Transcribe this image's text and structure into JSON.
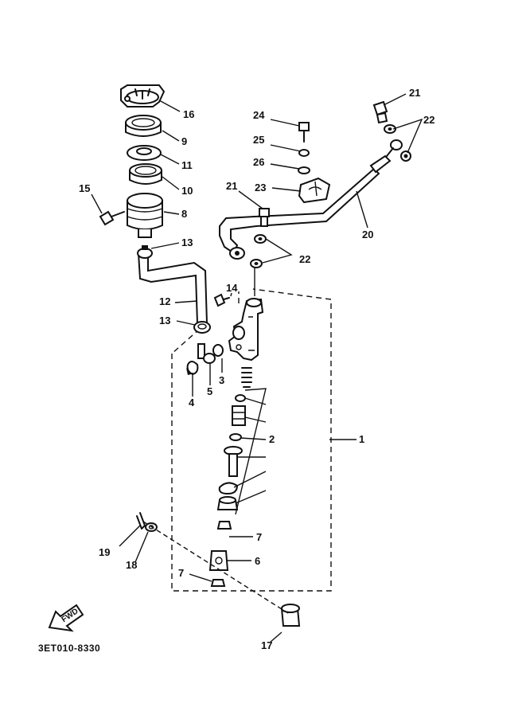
{
  "diagram": {
    "drawing_code": "3ET010-8330",
    "direction_label": "FWD",
    "callouts": {
      "c1": "1",
      "c2": "2",
      "c3": "3",
      "c4": "4",
      "c5": "5",
      "c6": "6",
      "c7a": "7",
      "c7b": "7",
      "c8": "8",
      "c9": "9",
      "c10": "10",
      "c11": "11",
      "c12": "12",
      "c13a": "13",
      "c13b": "13",
      "c14": "14",
      "c15": "15",
      "c16": "16",
      "c17": "17",
      "c18": "18",
      "c19": "19",
      "c20": "20",
      "c21a": "21",
      "c21b": "21",
      "c22a": "22",
      "c22b": "22",
      "c23": "23",
      "c24": "24",
      "c25": "25",
      "c26": "26"
    }
  }
}
